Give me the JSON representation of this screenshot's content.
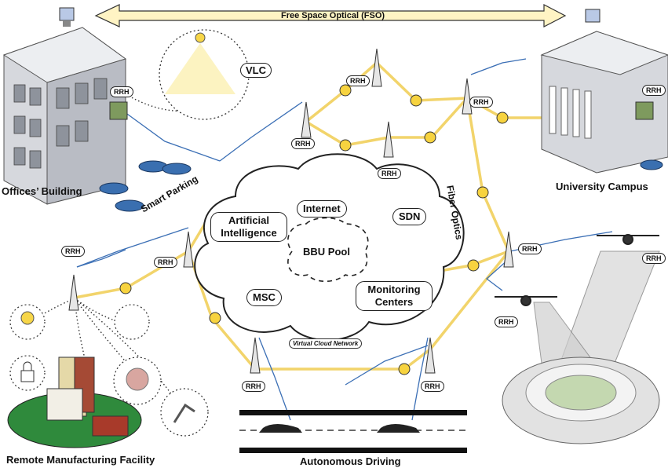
{
  "diagram": {
    "fso_label": "Free Space Optical (FSO)",
    "vlc_label": "VLC",
    "offices_label": "Offices’ Building",
    "smart_parking_label": "Smart Parking",
    "university_label": "University Campus",
    "fiber_label": "Fiber Optics",
    "manufacturing_label": "Remote Manufacturing Facility",
    "driving_label": "Autonomous Driving",
    "rrh_label": "RRH",
    "cloud": {
      "internet": "Internet",
      "sdn": "SDN",
      "ai": "Artificial Intelligence",
      "bbu": "BBU Pool",
      "msc": "MSC",
      "monitoring": "Monitoring Centers",
      "virtual": "Virtual Cloud Network"
    }
  },
  "colors": {
    "fiber": "#f2d46b",
    "fso_arrow": "#fff4c4",
    "building": "#c9ccd3",
    "car": "#3a6fb0",
    "cloud_fill": "#ffffff"
  }
}
